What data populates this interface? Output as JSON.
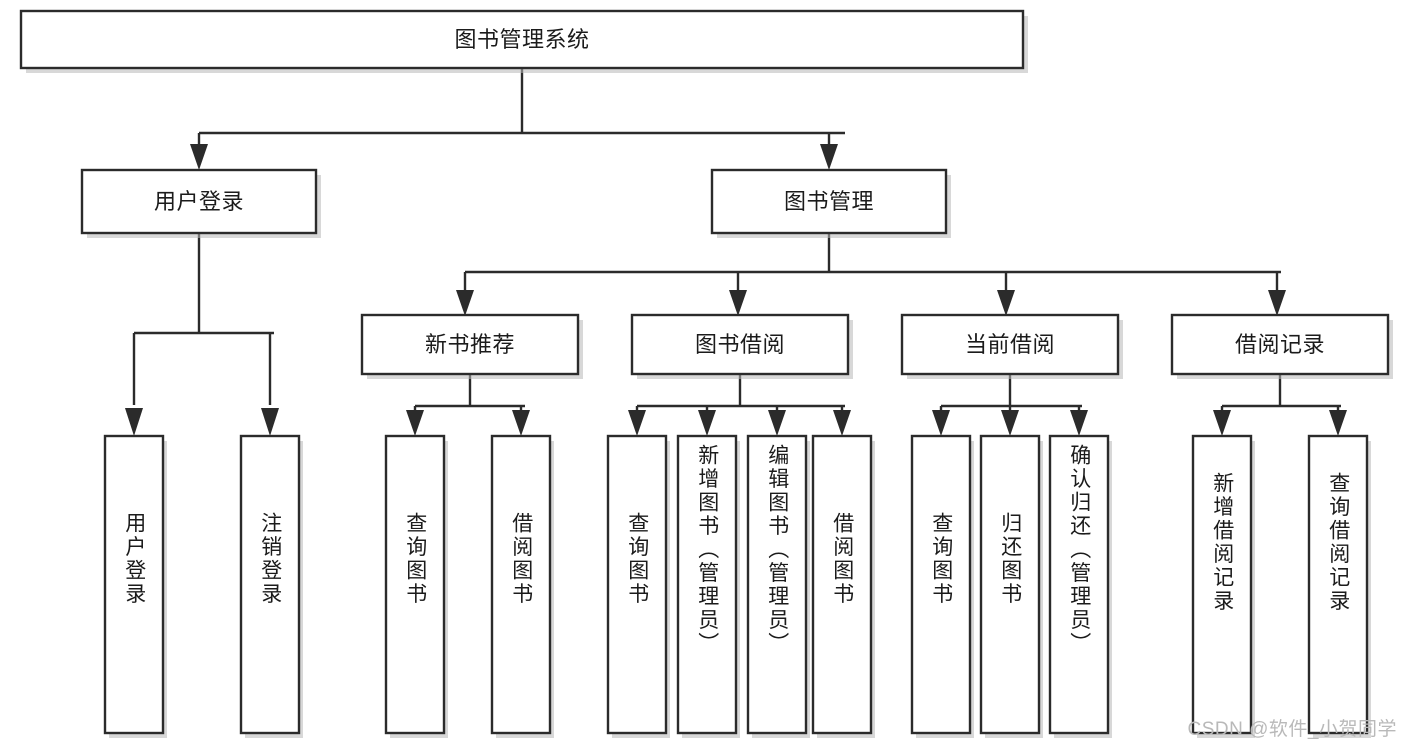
{
  "diagram": {
    "type": "hierarchy-tree",
    "title_node": "图书管理系统",
    "watermark": "CSDN @软件_小贺同学",
    "colors": {
      "background": "#ffffff",
      "box_stroke": "#2b2b2b",
      "box_fill": "#ffffff",
      "text": "#1b1b1b",
      "shadow": "#b8b8b8",
      "watermark": "#b9b9b9"
    },
    "levels": {
      "level1": [
        {
          "id": "root",
          "label": "图书管理系统"
        }
      ],
      "level2": [
        {
          "id": "user-login",
          "label": "用户登录",
          "parent": "root"
        },
        {
          "id": "book-manage",
          "label": "图书管理",
          "parent": "root"
        }
      ],
      "level3": [
        {
          "id": "new-book-rec",
          "label": "新书推荐",
          "parent": "book-manage"
        },
        {
          "id": "book-borrow",
          "label": "图书借阅",
          "parent": "book-manage"
        },
        {
          "id": "current-borrow",
          "label": "当前借阅",
          "parent": "book-manage"
        },
        {
          "id": "borrow-record",
          "label": "借阅记录",
          "parent": "book-manage"
        }
      ],
      "leaves": [
        {
          "id": "leaf-user-login",
          "label": "用户登录",
          "parent": "user-login"
        },
        {
          "id": "leaf-logout",
          "label": "注销登录",
          "parent": "user-login"
        },
        {
          "id": "leaf-query-book-1",
          "label": "查询图书",
          "parent": "new-book-rec"
        },
        {
          "id": "leaf-borrow-book-1",
          "label": "借阅图书",
          "parent": "new-book-rec"
        },
        {
          "id": "leaf-query-book-2",
          "label": "查询图书",
          "parent": "book-borrow"
        },
        {
          "id": "leaf-add-book",
          "label": "新增图书（管理员）",
          "parent": "book-borrow"
        },
        {
          "id": "leaf-edit-book",
          "label": "编辑图书（管理员）",
          "parent": "book-borrow"
        },
        {
          "id": "leaf-borrow-book-2",
          "label": "借阅图书",
          "parent": "book-borrow"
        },
        {
          "id": "leaf-query-book-3",
          "label": "查询图书",
          "parent": "current-borrow"
        },
        {
          "id": "leaf-return-book",
          "label": "归还图书",
          "parent": "current-borrow"
        },
        {
          "id": "leaf-confirm-return",
          "label": "确认归还（管理员）",
          "parent": "current-borrow"
        },
        {
          "id": "leaf-add-record",
          "label": "新增借阅记录",
          "parent": "borrow-record"
        },
        {
          "id": "leaf-query-record",
          "label": "查询借阅记录",
          "parent": "borrow-record"
        }
      ]
    }
  }
}
